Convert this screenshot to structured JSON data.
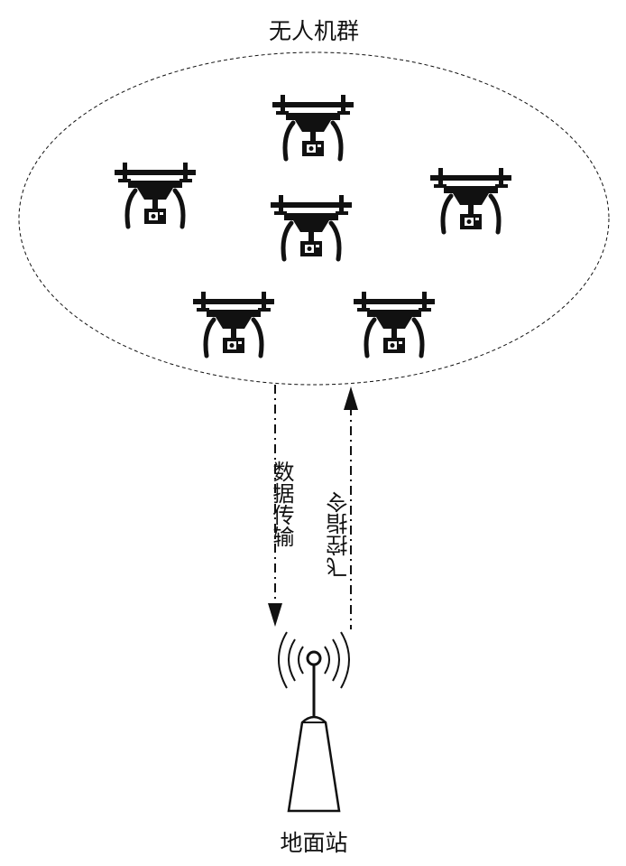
{
  "swarm": {
    "title": "无人机群",
    "drone_count": 6
  },
  "links": {
    "downlink_label": "数据传输",
    "uplink_label": "飞控指令"
  },
  "station": {
    "label": "地面站"
  },
  "colors": {
    "ink": "#111111",
    "station_fill": "#ffffff"
  }
}
